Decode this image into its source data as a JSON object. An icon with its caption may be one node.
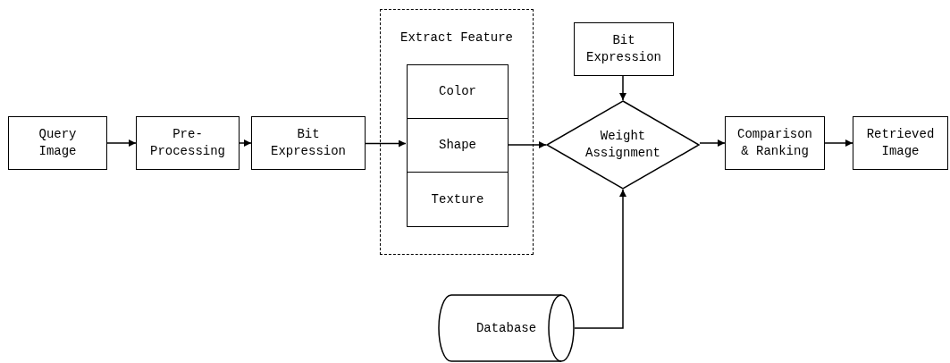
{
  "diagram": {
    "nodes": [
      {
        "text": [
          "Query Image"
        ]
      },
      {
        "text": [
          "Pre- Processing"
        ]
      },
      {
        "text": [
          "Bit Expression"
        ]
      },
      {
        "text": [
          "Extract Feature"
        ]
      },
      {
        "text": [
          "Color"
        ],
        "in": 3
      },
      {
        "text": [
          "Shape"
        ],
        "in": 3
      },
      {
        "text": [
          "Texture"
        ],
        "in": 3
      },
      {
        "text": [
          "Bit Expression"
        ]
      },
      {
        "text": [
          "Weight Assignment"
        ]
      },
      {
        "text": [
          "Comparison & Ranking"
        ]
      },
      {
        "text": [
          "Retrieved Image"
        ]
      },
      {
        "text": [
          "Database"
        ]
      }
    ],
    "edges": [
      {
        "from": 0,
        "to": 1,
        "arrow": "to"
      },
      {
        "from": 1,
        "to": 2,
        "arrow": "to"
      },
      {
        "from": 2,
        "to": 5,
        "arrow": "to"
      },
      {
        "from": 5,
        "to": 8,
        "arrow": "to"
      },
      {
        "from": 7,
        "to": 8,
        "arrow": "to"
      },
      {
        "from": 11,
        "to": 8,
        "arrow": "to"
      },
      {
        "from": 8,
        "to": 9,
        "arrow": "to"
      },
      {
        "from": 9,
        "to": 10,
        "arrow": "to"
      }
    ]
  }
}
